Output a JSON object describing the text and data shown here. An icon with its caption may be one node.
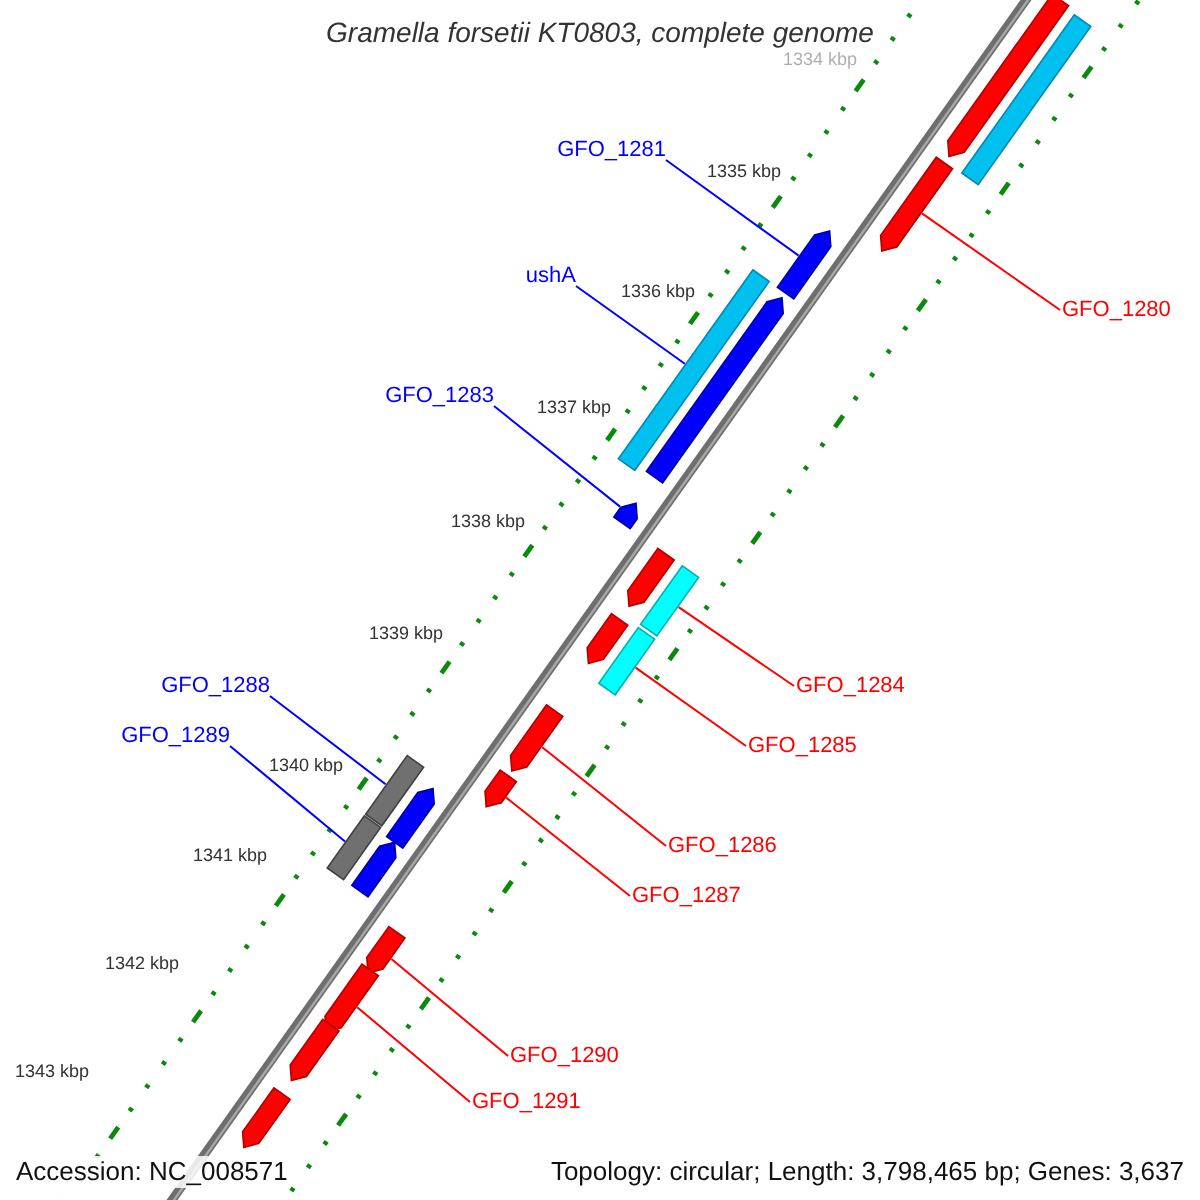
{
  "diagram": {
    "title": "Gramella forsetii KT0803, complete genome",
    "nodes": [
      {
        "text": [
          "GFO_1281"
        ]
      },
      {
        "text": [
          "ushA"
        ]
      },
      {
        "text": [
          "GFO_1280"
        ]
      },
      {
        "text": [
          "GFO_1283"
        ]
      },
      {
        "text": [
          "GFO_1284"
        ]
      },
      {
        "text": [
          "GFO_1288"
        ]
      },
      {
        "text": [
          "GFO_1289"
        ]
      },
      {
        "text": [
          "GFO_1285"
        ]
      },
      {
        "text": [
          "GFO_1286"
        ]
      },
      {
        "text": [
          "GFO_1287"
        ]
      },
      {
        "text": [
          "GFO_1290"
        ]
      },
      {
        "text": [
          "GFO_1291"
        ]
      },
      {
        "text": [],
        "shape": "bar"
      },
      {
        "text": [],
        "shape": "bar"
      },
      {
        "text": [],
        "shape": "bar"
      },
      {
        "text": [],
        "shape": "bar"
      },
      {
        "text": [],
        "shape": "bar"
      },
      {
        "text": [],
        "shape": "bar"
      },
      {
        "text": [],
        "shape": "bar"
      },
      {
        "text": [],
        "shape": "bar"
      },
      {
        "text": [],
        "shape": "bar"
      },
      {
        "text": [],
        "shape": "bar"
      },
      {
        "text": [],
        "shape": "bar"
      },
      {
        "text": [],
        "shape": "bar"
      },
      {
        "text": [],
        "shape": "bar"
      },
      {
        "text": [],
        "shape": "bar"
      },
      {
        "text": [],
        "shape": "bar"
      },
      {
        "text": [],
        "shape": "bar"
      },
      {
        "text": [],
        "shape": "bar"
      },
      {
        "text": [],
        "shape": "bar"
      },
      {
        "text": [],
        "shape": "bar"
      },
      {
        "text": [],
        "shape": "bar"
      },
      {
        "text": [],
        "shape": "bar"
      }
    ],
    "edges": [
      {
        "from": 0,
        "to": 15,
        "arrow": "none",
        "color": "#0000ff"
      },
      {
        "from": 1,
        "to": 16,
        "arrow": "none",
        "color": "#0000ff"
      },
      {
        "from": 2,
        "to": 14,
        "arrow": "none"
      },
      {
        "from": 3,
        "to": 18,
        "arrow": "none",
        "color": "#0000ff"
      },
      {
        "from": 4,
        "to": 20,
        "arrow": "none"
      },
      {
        "from": 5,
        "to": 25,
        "arrow": "none",
        "color": "#0000ff"
      },
      {
        "from": 6,
        "to": 27,
        "arrow": "none",
        "color": "#0000ff"
      },
      {
        "from": 7,
        "to": 22,
        "arrow": "none"
      },
      {
        "from": 8,
        "to": 23,
        "arrow": "none"
      },
      {
        "from": 9,
        "to": 24,
        "arrow": "none"
      },
      {
        "from": 10,
        "to": 29,
        "arrow": "none"
      },
      {
        "from": 11,
        "to": 30,
        "arrow": "none"
      }
    ],
    "labels": [
      "1334 kbp",
      "1335 kbp",
      "1336 kbp",
      "1337 kbp",
      "1338 kbp",
      "1339 kbp",
      "1340 kbp",
      "1341 kbp",
      "1342 kbp",
      "1343 kbp",
      "Accession: NC_008571",
      "Topology: circular; Length: 3,798,465 bp; Genes: 3,637"
    ]
  }
}
